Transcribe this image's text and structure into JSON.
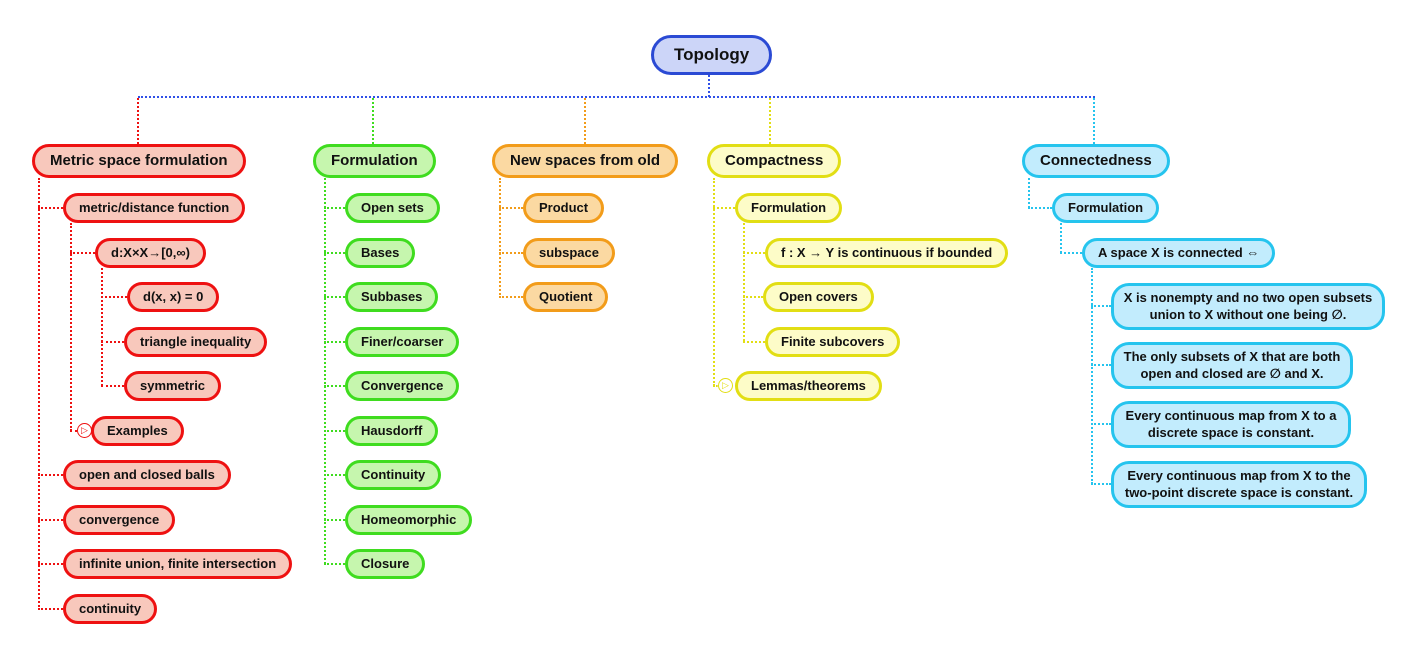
{
  "title": "Topology mind map",
  "colors": {
    "root_border": "#2b4ad4",
    "root_fill": "#ccd5f8",
    "connector_main": "#2f50e8",
    "red_border": "#ee1111",
    "red_fill": "#f8c8bc",
    "green_border": "#3fdc1f",
    "green_fill": "#c6f6ae",
    "orange_border": "#f29c1a",
    "orange_fill": "#fbd9a2",
    "yellow_border": "#e2de14",
    "yellow_fill": "#fdfcc8",
    "cyan_border": "#25c4ee",
    "cyan_fill": "#c2ecfd"
  },
  "icons": {
    "collapsed": "▷"
  },
  "root": {
    "label": "Topology"
  },
  "branches": [
    {
      "label": "Metric space formulation",
      "color": "#ee1111",
      "children": [
        {
          "label": "metric/distance function",
          "children": [
            {
              "label": "d:X×X→[0,∞)",
              "children": [
                {
                  "label": "d(x, x) = 0"
                },
                {
                  "label": "triangle inequality"
                },
                {
                  "label": "symmetric"
                }
              ]
            },
            {
              "label": "Examples",
              "collapsed": true
            }
          ]
        },
        {
          "label": "open and closed balls"
        },
        {
          "label": "convergence"
        },
        {
          "label": "infinite union, finite intersection"
        },
        {
          "label": "continuity"
        }
      ]
    },
    {
      "label": "Formulation",
      "color": "#3fdc1f",
      "children": [
        {
          "label": "Open sets"
        },
        {
          "label": "Bases"
        },
        {
          "label": "Subbases"
        },
        {
          "label": "Finer/coarser"
        },
        {
          "label": "Convergence"
        },
        {
          "label": "Hausdorff"
        },
        {
          "label": "Continuity"
        },
        {
          "label": "Homeomorphic"
        },
        {
          "label": "Closure"
        }
      ]
    },
    {
      "label": "New spaces from old",
      "color": "#f29c1a",
      "children": [
        {
          "label": "Product"
        },
        {
          "label": "subspace"
        },
        {
          "label": "Quotient"
        }
      ]
    },
    {
      "label": "Compactness",
      "color": "#e2de14",
      "children": [
        {
          "label": "Formulation",
          "children": [
            {
              "label": "f : X → Y is continuous if bounded"
            },
            {
              "label": "Open covers"
            },
            {
              "label": "Finite subcovers"
            }
          ]
        },
        {
          "label": "Lemmas/theorems",
          "collapsed": true
        }
      ]
    },
    {
      "label": "Connectedness",
      "color": "#25c4ee",
      "children": [
        {
          "label": "Formulation",
          "children": [
            {
              "label": "A space X is connected ⇔",
              "children": [
                {
                  "label": "X is nonempty and no two open subsets union to X without one being ∅."
                },
                {
                  "label": "The only subsets of X that are both open and closed are ∅ and X."
                },
                {
                  "label": "Every continuous map from X to a discrete space is constant."
                },
                {
                  "label": "Every continuous map from X to the two-point discrete space is constant."
                }
              ]
            }
          ]
        }
      ]
    }
  ]
}
